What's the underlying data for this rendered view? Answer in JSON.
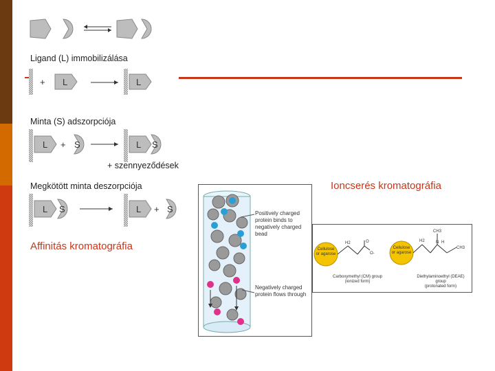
{
  "titles": {
    "affinity": "Affinitás kromatográfia",
    "ion_exchange": "Ioncserés kromatográfia"
  },
  "affinity_steps": {
    "step1": "Ligand (L) immobilizálása",
    "step2": "Minta (S) adszorpciója",
    "step2_note": "+ szennyeződések",
    "step3": "Megkötött minta deszorpciója",
    "ligand_symbol": "L",
    "sample_symbol": "S",
    "plus": "+"
  },
  "column_labels": {
    "positive_bind": "Positively charged protein binds to negatively charged bead",
    "negative_flow": "Negatively charged protein flows through"
  },
  "resin": {
    "cm_bead": "Cellulose or agarose",
    "cm_label": "Carboxymethyl (CM) group",
    "cm_state": "(ionized form)",
    "deae_bead": "Cellulose or agarose",
    "deae_label": "Diethylaminoethyl (DEAE) group",
    "deae_state": "(protonated form)"
  },
  "colors": {
    "accent_red": "#c8361a",
    "strip_brown": "#6b3a10",
    "strip_orange": "#d26a00",
    "strip_red": "#d03a10",
    "bead_blue": "#2a9fd6",
    "bead_pink": "#e0308a",
    "bead_yellow": "#f5c400"
  }
}
